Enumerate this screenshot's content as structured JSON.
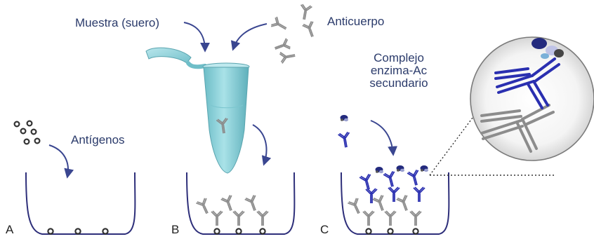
{
  "labels": {
    "sample": "Muestra (suero)",
    "antibody": "Anticuerpo",
    "antigens": "Antígenos",
    "complex_line1": "Complejo",
    "complex_line2": "enzima-Ac",
    "complex_line3": "secundario"
  },
  "panels": [
    "A",
    "B",
    "C"
  ],
  "colors": {
    "well": "#2e2f7a",
    "arrow": "#3a4690",
    "primary_antibody": "#8c8c8c",
    "secondary_antibody": "#2a2fb0",
    "enzyme": "#232a7e",
    "antigen": "#333333",
    "tube": "#8fd3db",
    "text": "#2b3b6b"
  }
}
